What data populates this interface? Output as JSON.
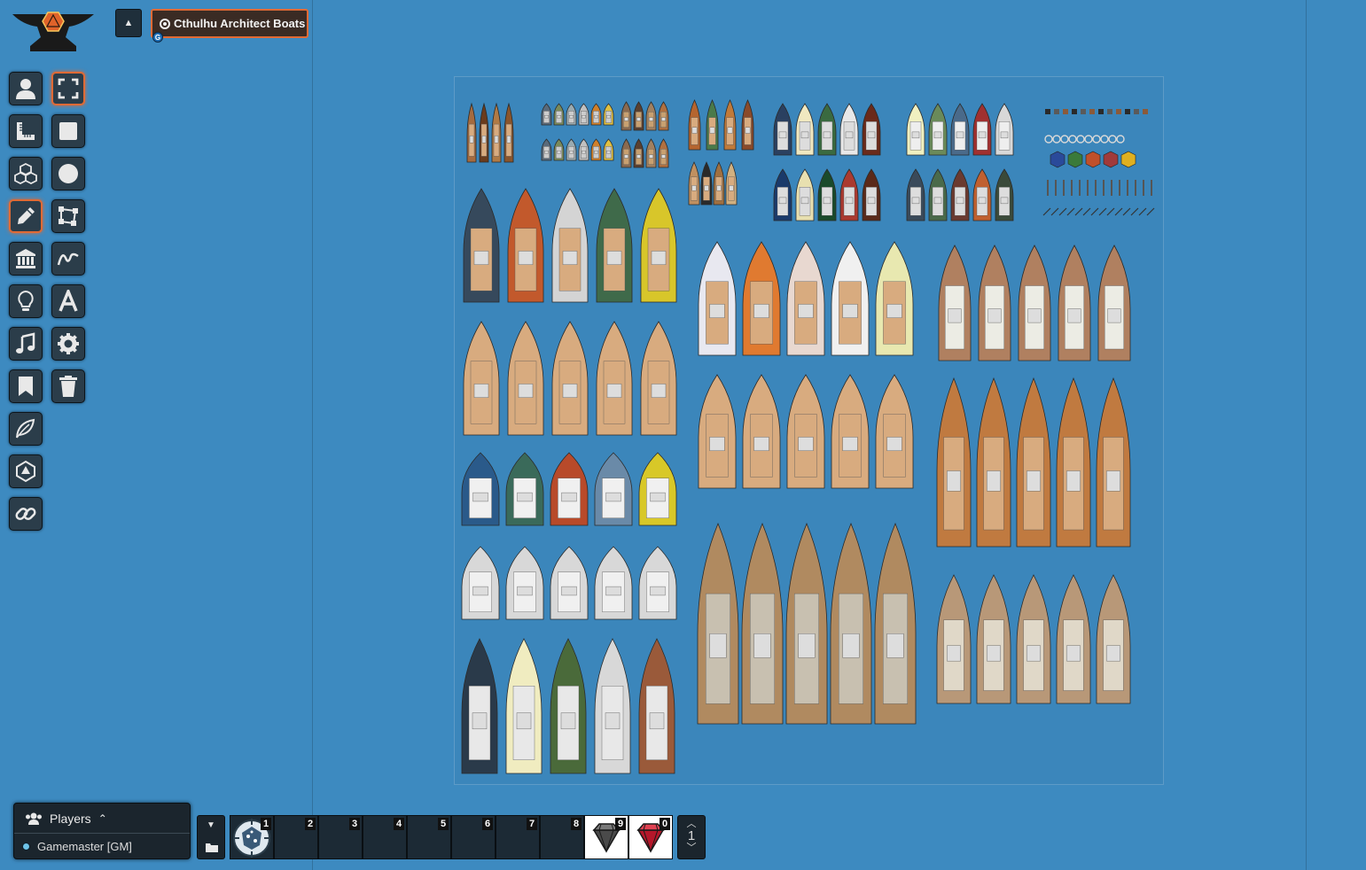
{
  "scene": {
    "name": "Cthulhu Architect Boats",
    "badge": "G"
  },
  "controls": {
    "left_column": [
      "token-controls",
      "measure-controls",
      "tile-controls",
      "drawing-controls",
      "walls-controls",
      "lighting-controls",
      "sound-controls",
      "notes-controls",
      "foliage-controls",
      "dice-controls",
      "link-controls"
    ],
    "right_column": [
      "select-tool",
      "rectangle-tool",
      "ellipse-tool",
      "polygon-tool",
      "freehand-tool",
      "text-tool",
      "configure-tool",
      "clear-tool"
    ],
    "active": [
      "drawing-controls",
      "select-tool"
    ]
  },
  "players": {
    "title": "Players",
    "list": [
      {
        "name": "Gamemaster [GM]"
      }
    ]
  },
  "hotbar": {
    "slots": [
      "1",
      "2",
      "3",
      "4",
      "5",
      "6",
      "7",
      "8",
      "9",
      "0"
    ],
    "page": "1"
  },
  "colors": {
    "canvas": "#3d8ac0",
    "ui_panel": "#2b3d4a",
    "active_border": "#e06a35"
  }
}
